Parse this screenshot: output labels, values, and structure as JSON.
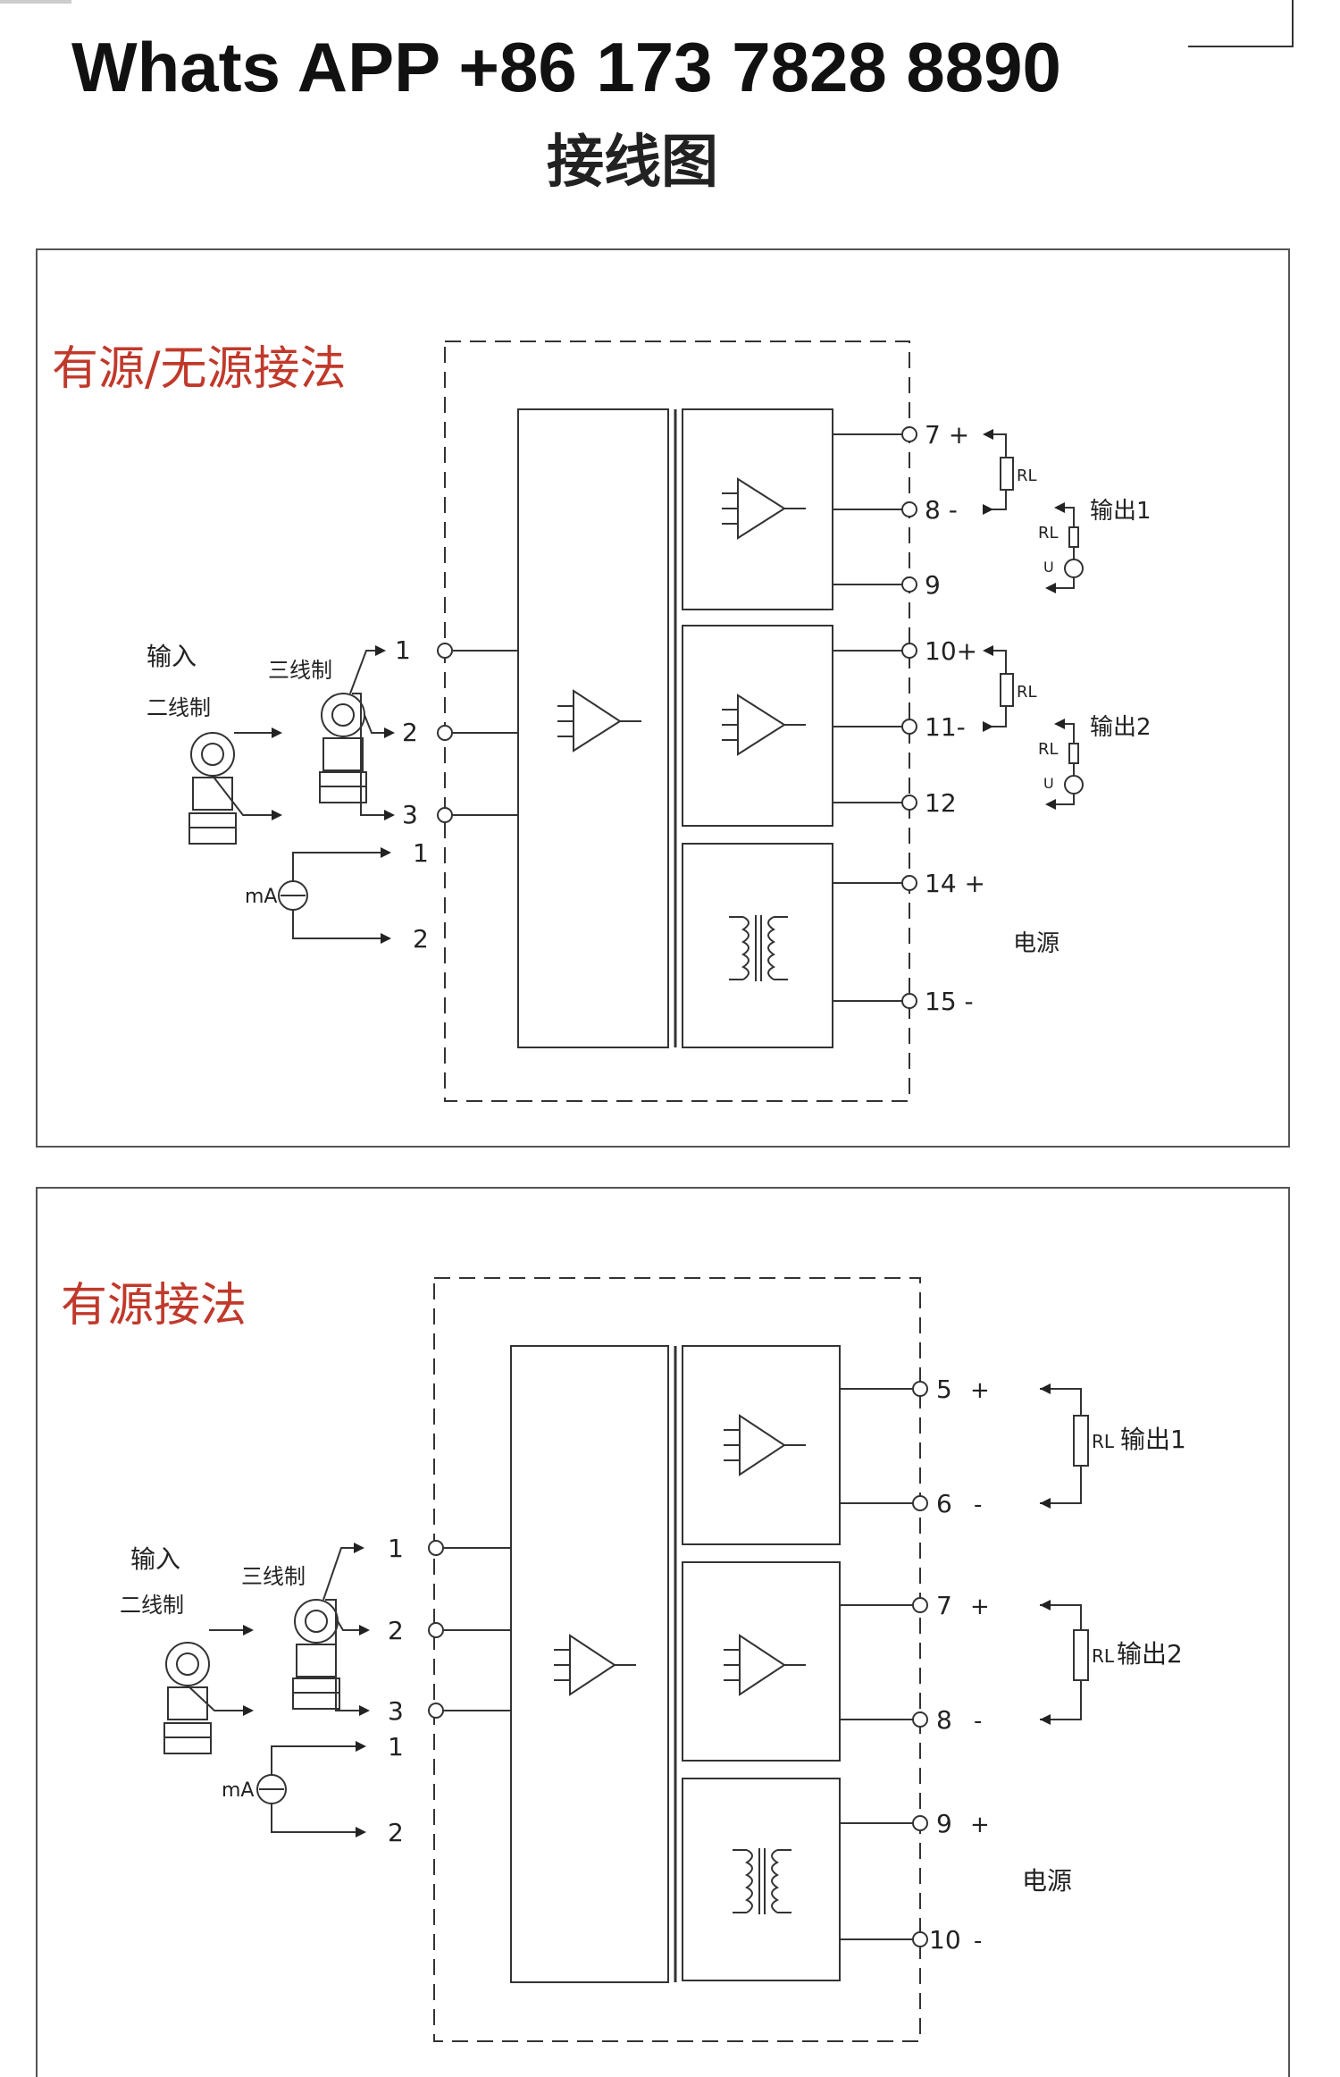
{
  "header": {
    "contact": "Whats APP +86 173 7828 8890",
    "subtitle": "接线图"
  },
  "diagram1": {
    "title": "有源/无源接法",
    "input_label": "输入",
    "two_wire": "二线制",
    "three_wire": "三线制",
    "ma": "mA",
    "rl": "RL",
    "u": "U",
    "output1": "输出1",
    "output2": "输出2",
    "power": "电源",
    "in_terminals": [
      "1",
      "2",
      "3"
    ],
    "ma_terminals": [
      "1",
      "2"
    ],
    "out_terminals": [
      "7 +",
      "8 -",
      "9",
      "10+",
      "11-",
      "12",
      "14 +",
      "15 -"
    ]
  },
  "diagram2": {
    "title": "有源接法",
    "input_label": "输入",
    "two_wire": "二线制",
    "three_wire": "三线制",
    "ma": "mA",
    "rl": "RL",
    "output1": "输出1",
    "output2": "输出2",
    "power": "电源",
    "in_terminals": [
      "1",
      "2",
      "3"
    ],
    "ma_terminals": [
      "1",
      "2"
    ],
    "out_terminals": [
      "5",
      "6",
      "7",
      "8",
      "9",
      "10"
    ]
  }
}
